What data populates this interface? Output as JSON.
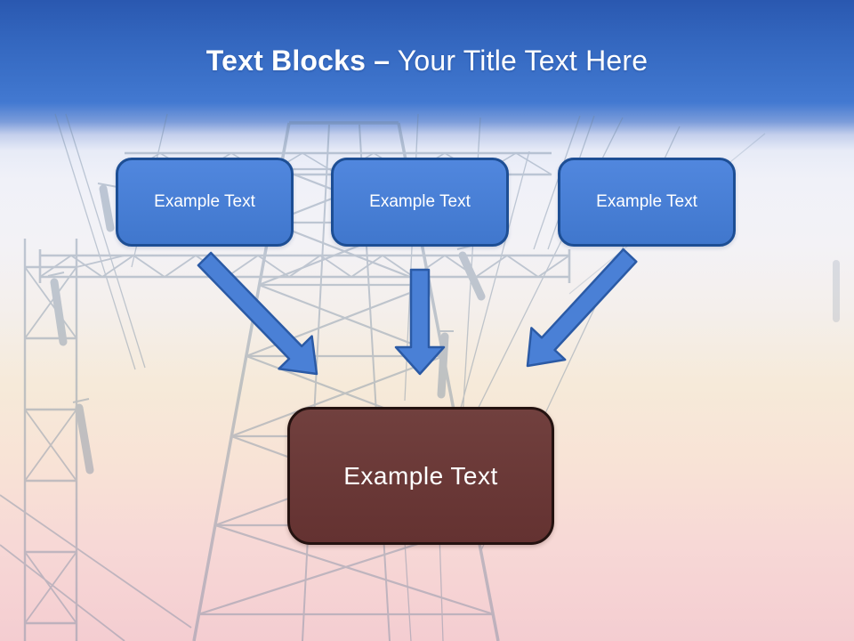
{
  "title": {
    "bold_part": "Text Blocks –",
    "regular_part": "Your Title Text Here"
  },
  "blocks": [
    {
      "label": "Example Text"
    },
    {
      "label": "Example Text"
    },
    {
      "label": "Example Text"
    }
  ],
  "result_block": {
    "label": "Example Text"
  },
  "icons": {
    "arrow_down_right": "thick arrow pointing down-right",
    "arrow_down": "thick arrow pointing straight down",
    "arrow_down_left": "thick arrow pointing down-left"
  },
  "colors": {
    "header_blue": "#3a70c8",
    "block_fill": "#4a80d6",
    "block_border": "#1d4e94",
    "arrow_fill": "#4a80d6",
    "arrow_border": "#2b5aa5",
    "result_fill": "#6d3736",
    "result_border": "#241210",
    "bottom_pink": "#f4cdd1",
    "title_text": "#ffffff"
  },
  "background": {
    "image": "faded power transmission tower photo"
  }
}
